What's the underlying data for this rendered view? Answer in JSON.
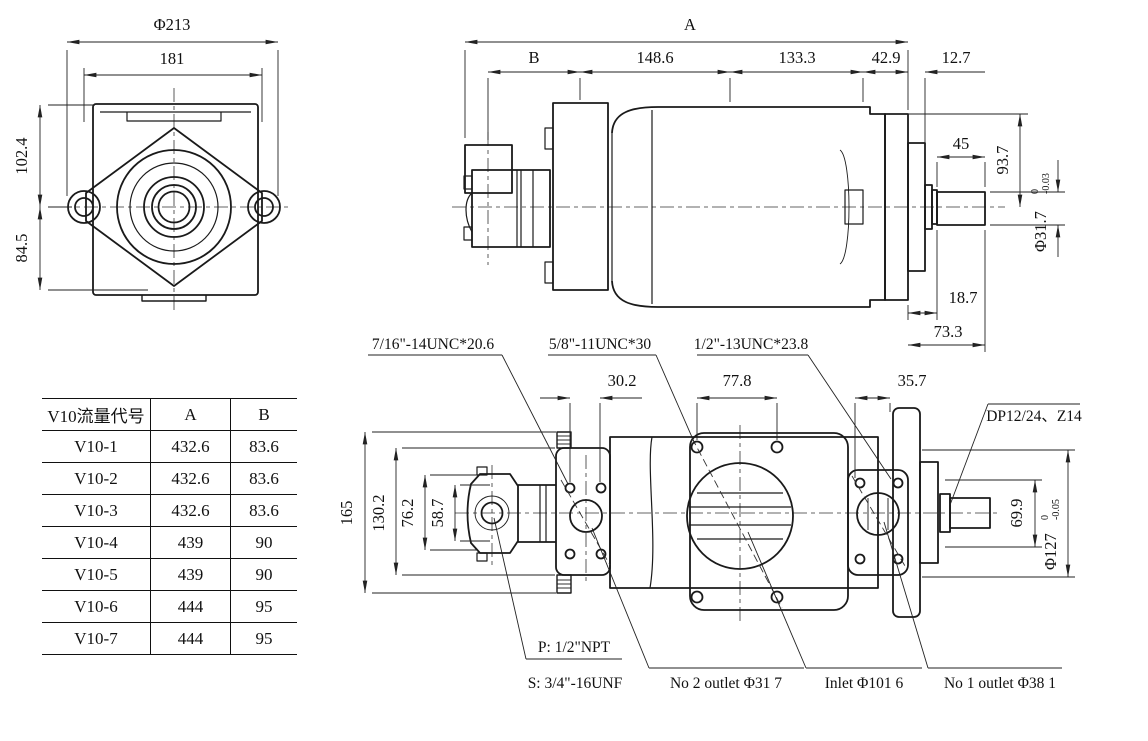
{
  "front_view": {
    "dia_flange": "Φ213",
    "width": "181",
    "h_upper": "102.4",
    "h_lower": "84.5"
  },
  "side_view": {
    "len_overall": "A",
    "len_b": "B",
    "len_1486": "148.6",
    "len_1333": "133.3",
    "len_429": "42.9",
    "len_127": "12.7",
    "shaft_len": "45",
    "h_937": "93.7",
    "shaft_dia": "Φ31.7",
    "shaft_tol_upper": "0",
    "shaft_tol_lower": "-0.03",
    "len_187": "18.7",
    "len_733": "73.3"
  },
  "bottom_view": {
    "thread_front": "7/16\"-14UNC*20.6",
    "thread_inlet": "5/8\"-11UNC*30",
    "thread_rear": "1/2\"-13UNC*23.8",
    "spline": "DP12/24、Z14",
    "len_302": "30.2",
    "len_778": "77.8",
    "len_357": "35.7",
    "h_165": "165",
    "h_1302": "130.2",
    "h_762": "76.2",
    "h_587": "58.7",
    "h_699": "69.9",
    "rear_dia": "Φ127",
    "rear_tol_upper": "0",
    "rear_tol_lower": "-0.05",
    "port_p": "P: 1/2\"NPT",
    "port_s": "S: 3/4\"-16UNF",
    "outlet2": "No 2 outlet Φ31 7",
    "inlet": "Inlet Φ101 6",
    "outlet1": "No 1 outlet Φ38 1"
  },
  "table": {
    "headers": [
      "V10流量代号",
      "A",
      "B"
    ],
    "rows": [
      [
        "V10-1",
        "432.6",
        "83.6"
      ],
      [
        "V10-2",
        "432.6",
        "83.6"
      ],
      [
        "V10-3",
        "432.6",
        "83.6"
      ],
      [
        "V10-4",
        "439",
        "90"
      ],
      [
        "V10-5",
        "439",
        "90"
      ],
      [
        "V10-6",
        "444",
        "95"
      ],
      [
        "V10-7",
        "444",
        "95"
      ]
    ]
  },
  "colors": {
    "line": "#1a1a1a",
    "dim": "#222222",
    "background": "#ffffff"
  }
}
